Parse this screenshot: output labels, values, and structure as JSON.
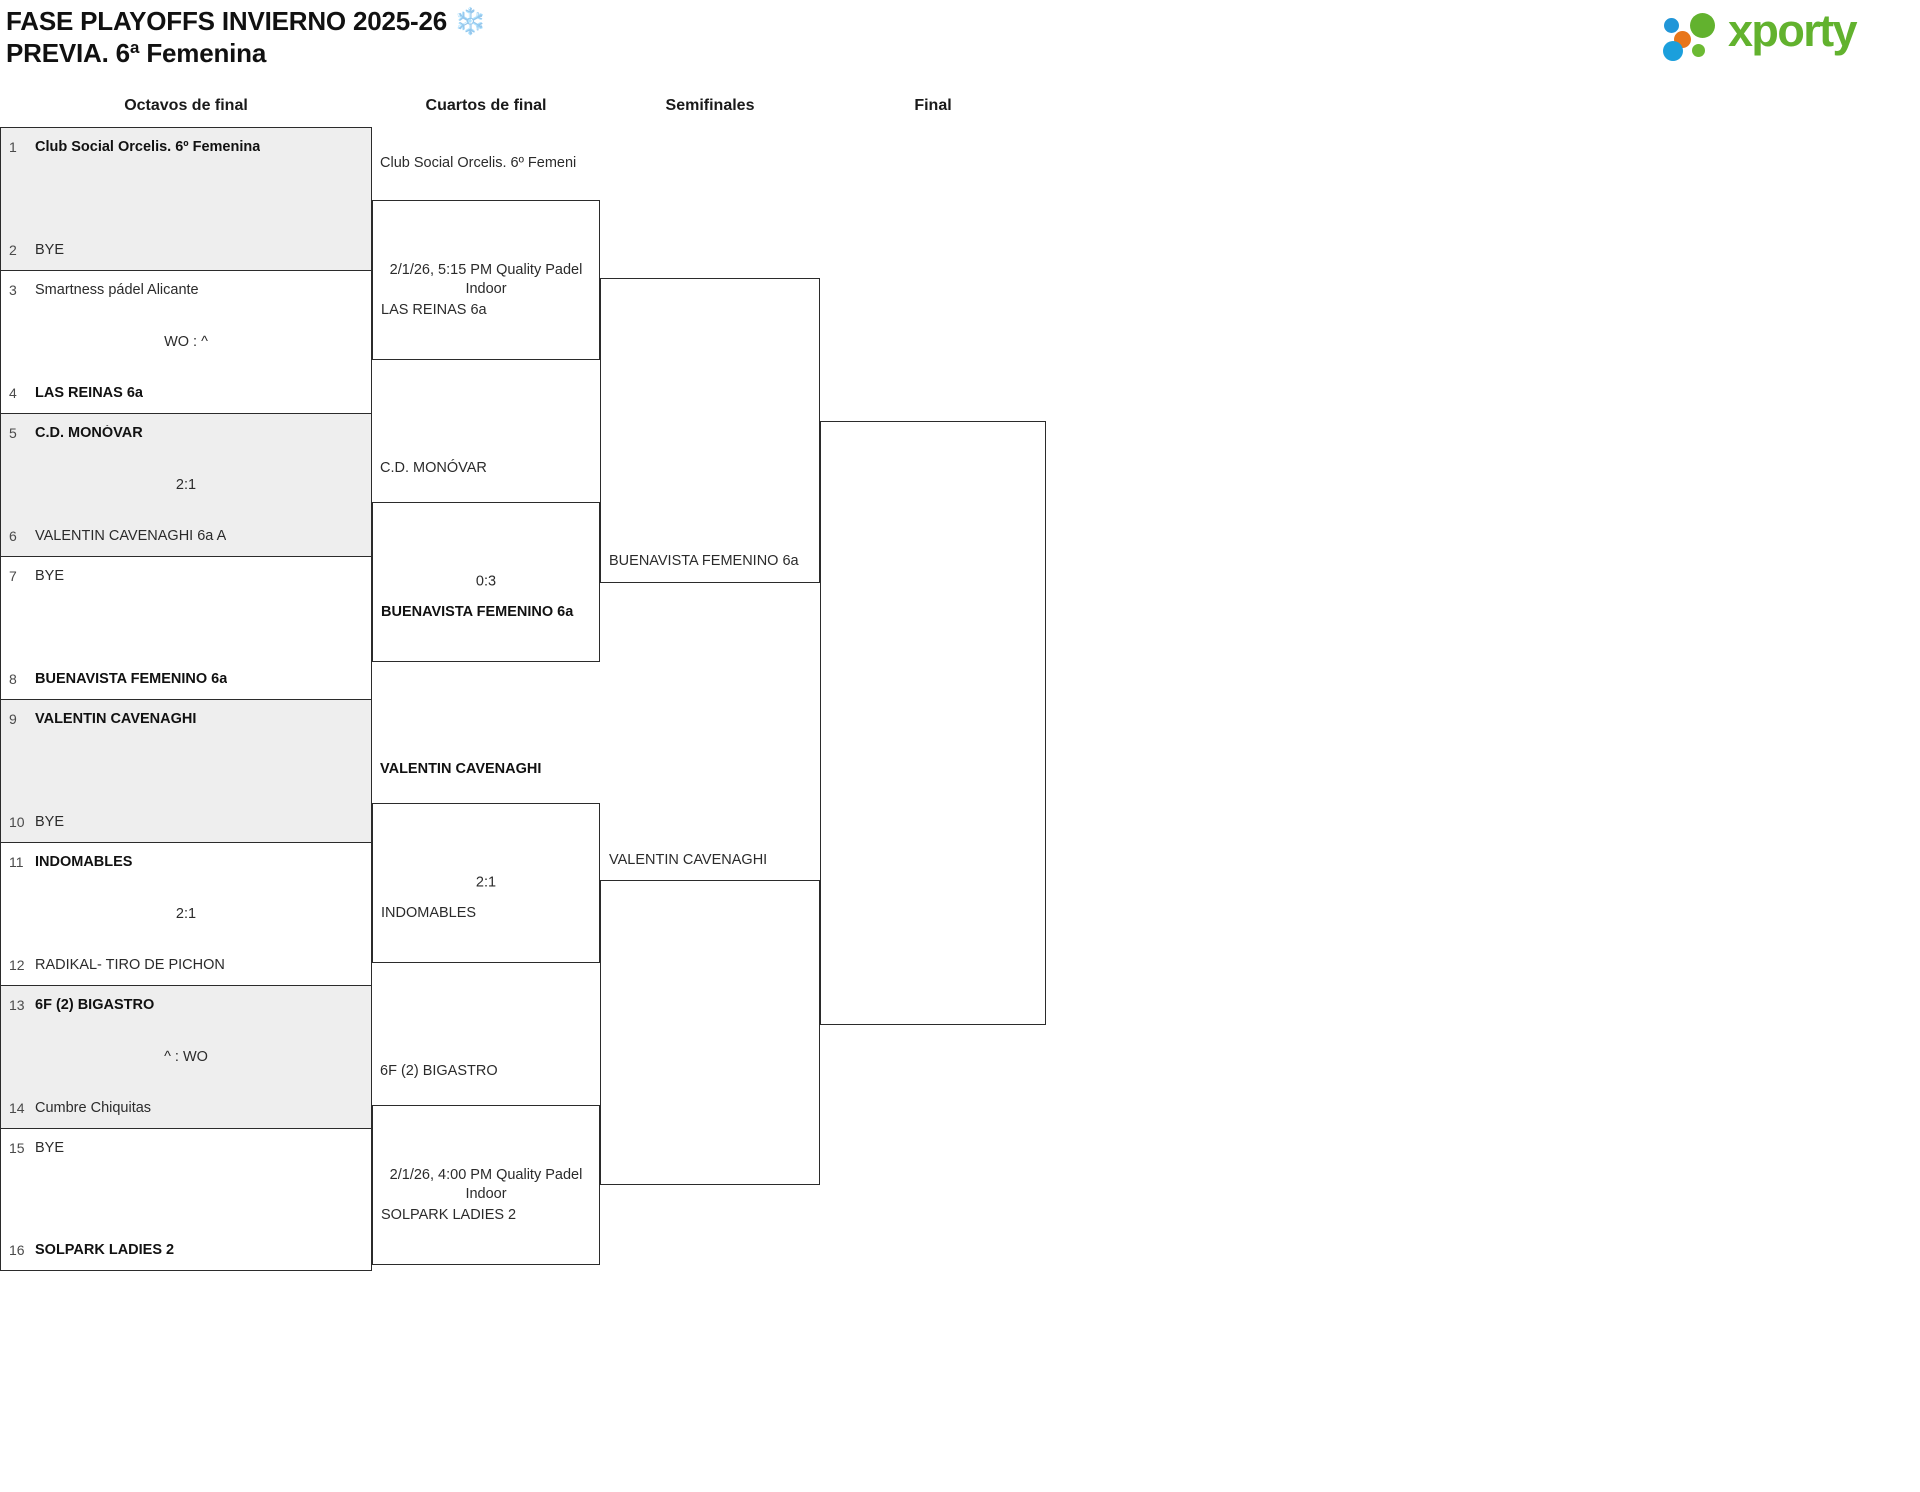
{
  "header": {
    "title_line1": "FASE PLAYOFFS INVIERNO 2025-26 ❄️",
    "title_line2": "PREVIA. 6ª Femenina",
    "logo_text": "xporty"
  },
  "rounds": [
    {
      "label": "Octavos de final"
    },
    {
      "label": "Cuartos de final"
    },
    {
      "label": "Semifinales"
    },
    {
      "label": "Final"
    }
  ],
  "round1": {
    "pairs": [
      {
        "top": {
          "seed": "1",
          "team": "Club Social Orcelis. 6º Femenina",
          "winner": true
        },
        "bottom": {
          "seed": "2",
          "team": "BYE",
          "winner": false
        },
        "score": ""
      },
      {
        "top": {
          "seed": "3",
          "team": "Smartness pádel Alicante",
          "winner": false
        },
        "bottom": {
          "seed": "4",
          "team": "LAS REINAS 6a",
          "winner": true
        },
        "score": "WO : ^"
      },
      {
        "top": {
          "seed": "5",
          "team": "C.D. MONÓVAR",
          "winner": true
        },
        "bottom": {
          "seed": "6",
          "team": "VALENTIN CAVENAGHI 6a A",
          "winner": false
        },
        "score": "2:1"
      },
      {
        "top": {
          "seed": "7",
          "team": "BYE",
          "winner": false
        },
        "bottom": {
          "seed": "8",
          "team": "BUENAVISTA FEMENINO 6a",
          "winner": true
        },
        "score": ""
      },
      {
        "top": {
          "seed": "9",
          "team": "VALENTIN CAVENAGHI",
          "winner": true
        },
        "bottom": {
          "seed": "10",
          "team": "BYE",
          "winner": false
        },
        "score": ""
      },
      {
        "top": {
          "seed": "11",
          "team": "INDOMABLES",
          "winner": true
        },
        "bottom": {
          "seed": "12",
          "team": "RADIKAL- TIRO DE PICHON",
          "winner": false
        },
        "score": "2:1"
      },
      {
        "top": {
          "seed": "13",
          "team": "6F (2) BIGASTRO",
          "winner": true
        },
        "bottom": {
          "seed": "14",
          "team": "Cumbre Chiquitas",
          "winner": false
        },
        "score": "^ : WO"
      },
      {
        "top": {
          "seed": "15",
          "team": "BYE",
          "winner": false
        },
        "bottom": {
          "seed": "16",
          "team": "SOLPARK LADIES 2",
          "winner": true
        },
        "score": ""
      }
    ]
  },
  "quarters": [
    {
      "top_team": "Club Social Orcelis. 6º Femeni",
      "top_winner": false,
      "bottom_team": "LAS REINAS 6a",
      "bottom_winner": false,
      "middle": "2/1/26, 5:15 PM Quality Padel Indoor"
    },
    {
      "top_team": "C.D. MONÓVAR",
      "top_winner": false,
      "bottom_team": "BUENAVISTA FEMENINO 6a",
      "bottom_winner": true,
      "middle": "0:3"
    },
    {
      "top_team": "VALENTIN CAVENAGHI",
      "top_winner": true,
      "bottom_team": "INDOMABLES",
      "bottom_winner": false,
      "middle": "2:1"
    },
    {
      "top_team": "6F (2) BIGASTRO",
      "top_winner": false,
      "bottom_team": "SOLPARK LADIES 2",
      "bottom_winner": false,
      "middle": "2/1/26, 4:00 PM Quality Padel Indoor"
    }
  ],
  "semis": [
    {
      "top_team": "",
      "bottom_team": "BUENAVISTA FEMENINO 6a",
      "bottom_winner": false,
      "middle": ""
    },
    {
      "top_team": "VALENTIN CAVENAGHI",
      "top_winner": false,
      "bottom_team": "",
      "middle": ""
    }
  ],
  "final": {
    "top_team": "",
    "bottom_team": "",
    "middle": ""
  }
}
